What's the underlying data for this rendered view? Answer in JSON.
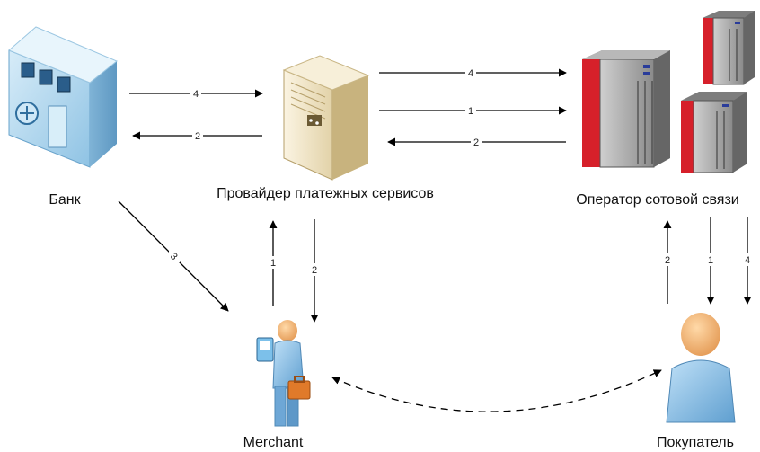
{
  "nodes": {
    "bank": "Банк",
    "provider": "Провайдер платежных сервисов",
    "operator": "Оператор сотовой связи",
    "merchant": "Merchant",
    "buyer": "Покупатель"
  },
  "edges": {
    "bank_to_provider": "4",
    "provider_to_bank": "2",
    "provider_to_operator": "4",
    "provider_to_operator_b": "1",
    "operator_to_provider": "2",
    "bank_to_merchant": "3",
    "merchant_to_provider": "1",
    "provider_to_merchant": "2",
    "buyer_to_operator": "2",
    "operator_to_buyer_a": "1",
    "operator_to_buyer_b": "4"
  },
  "colors": {
    "arrow": "#000000",
    "bank_body": "#b9dcef",
    "provider_body": "#efe3c4",
    "server_gray": "#9a9a9a",
    "server_red": "#d6202a",
    "person_blue": "#7ab3e0",
    "briefcase": "#e07a2a"
  },
  "icons": {
    "bank": "bank-building-icon",
    "provider": "server-tower-icon",
    "operator": "mainframe-servers-icon",
    "merchant": "merchant-person-icon",
    "buyer": "buyer-person-icon"
  }
}
